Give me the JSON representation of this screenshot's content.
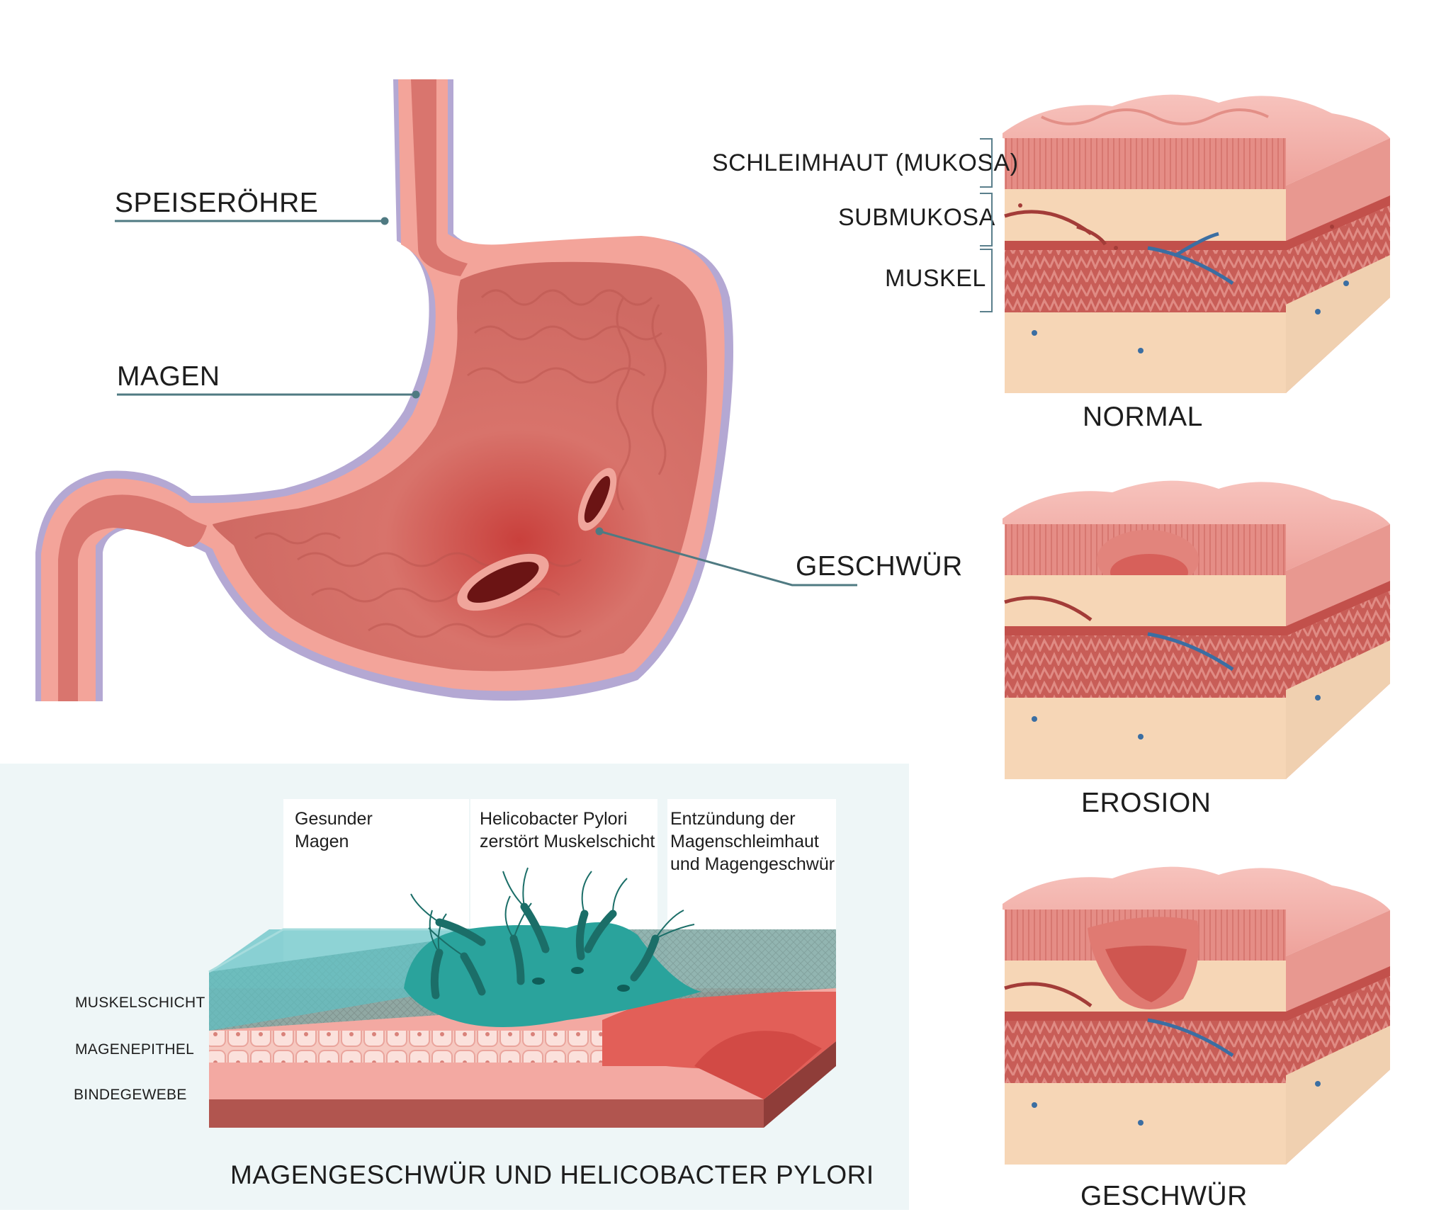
{
  "stomach": {
    "labels": {
      "esophagus": "SPEISERÖHRE",
      "stomach": "MAGEN",
      "ulcer": "GESCHWÜR"
    }
  },
  "layers": {
    "mucosa": "SCHLEIMHAUT (MUKOSA)",
    "submucosa": "SUBMUKOSA",
    "muscle": "MUSKEL"
  },
  "stages": {
    "normal": "NORMAL",
    "erosion": "EROSION",
    "ulcer": "GESCHWÜR"
  },
  "hpylori": {
    "title": "MAGENGESCHWÜR UND HELICOBACTER PYLORI",
    "layers": {
      "muscle_layer": "MUSKELSCHICHT",
      "epithelium": "MAGENEPITHEL",
      "connective_tissue": "BINDEGEWEBE"
    },
    "panels": [
      {
        "text": "Gesunder Magen"
      },
      {
        "text": "Helicobacter Pylori zerstört Muskelschicht"
      },
      {
        "text": "Entzündung der Magenschleimhaut und Magengeschwür"
      }
    ]
  },
  "colors": {
    "tissue": "#d9716b",
    "tissue_light": "#f2a49d",
    "outline": "#a99bc9",
    "leader": "#4f7a82",
    "teal": "#2aa39c",
    "panel_bg": "#eef6f7"
  }
}
